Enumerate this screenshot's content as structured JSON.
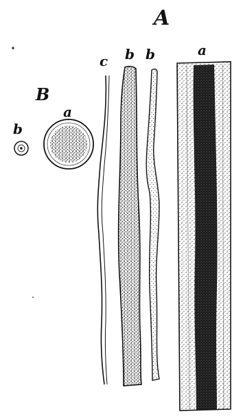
{
  "figure": {
    "labels": {
      "A": "A",
      "B": "B",
      "a_main": "a",
      "b_fiber1": "b",
      "b_fiber2": "b",
      "c_fiber": "c",
      "a_section": "a",
      "b_section": "b"
    },
    "colors": {
      "ink": "#111111",
      "paper": "#ffffff",
      "stipple_light": "#bdbdbd"
    }
  }
}
